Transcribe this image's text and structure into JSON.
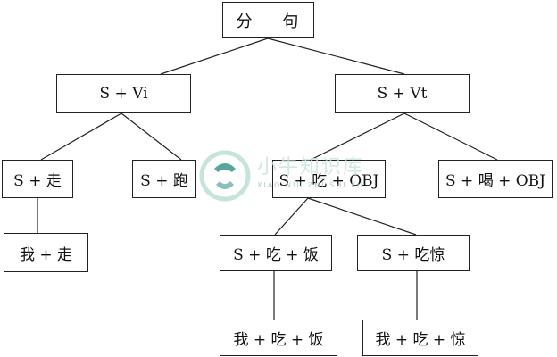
{
  "nodes": {
    "root": "分 句",
    "s_vi": "S + Vi",
    "s_vt": "S + Vt",
    "s_zou": "S + 走",
    "s_pao": "S + 跑",
    "s_chi_obj": "S + 吃 + OBJ",
    "s_he_obj": "S + 喝 + OBJ",
    "wo_zou": "我 + 走",
    "s_chi_fan": "S + 吃 + 饭",
    "s_chi_jing": "S + 吃惊",
    "wo_chi_fan": "我 + 吃 + 饭",
    "wo_chi_jing": "我 + 吃 + 惊"
  },
  "watermark": {
    "text_cn": "小牛知识库",
    "text_en": "XIAO NIU ZHI SHI KU",
    "colors": {
      "ring": "#b9ded3",
      "figure": "#2f8f87",
      "text": "#c8e6dd"
    }
  }
}
